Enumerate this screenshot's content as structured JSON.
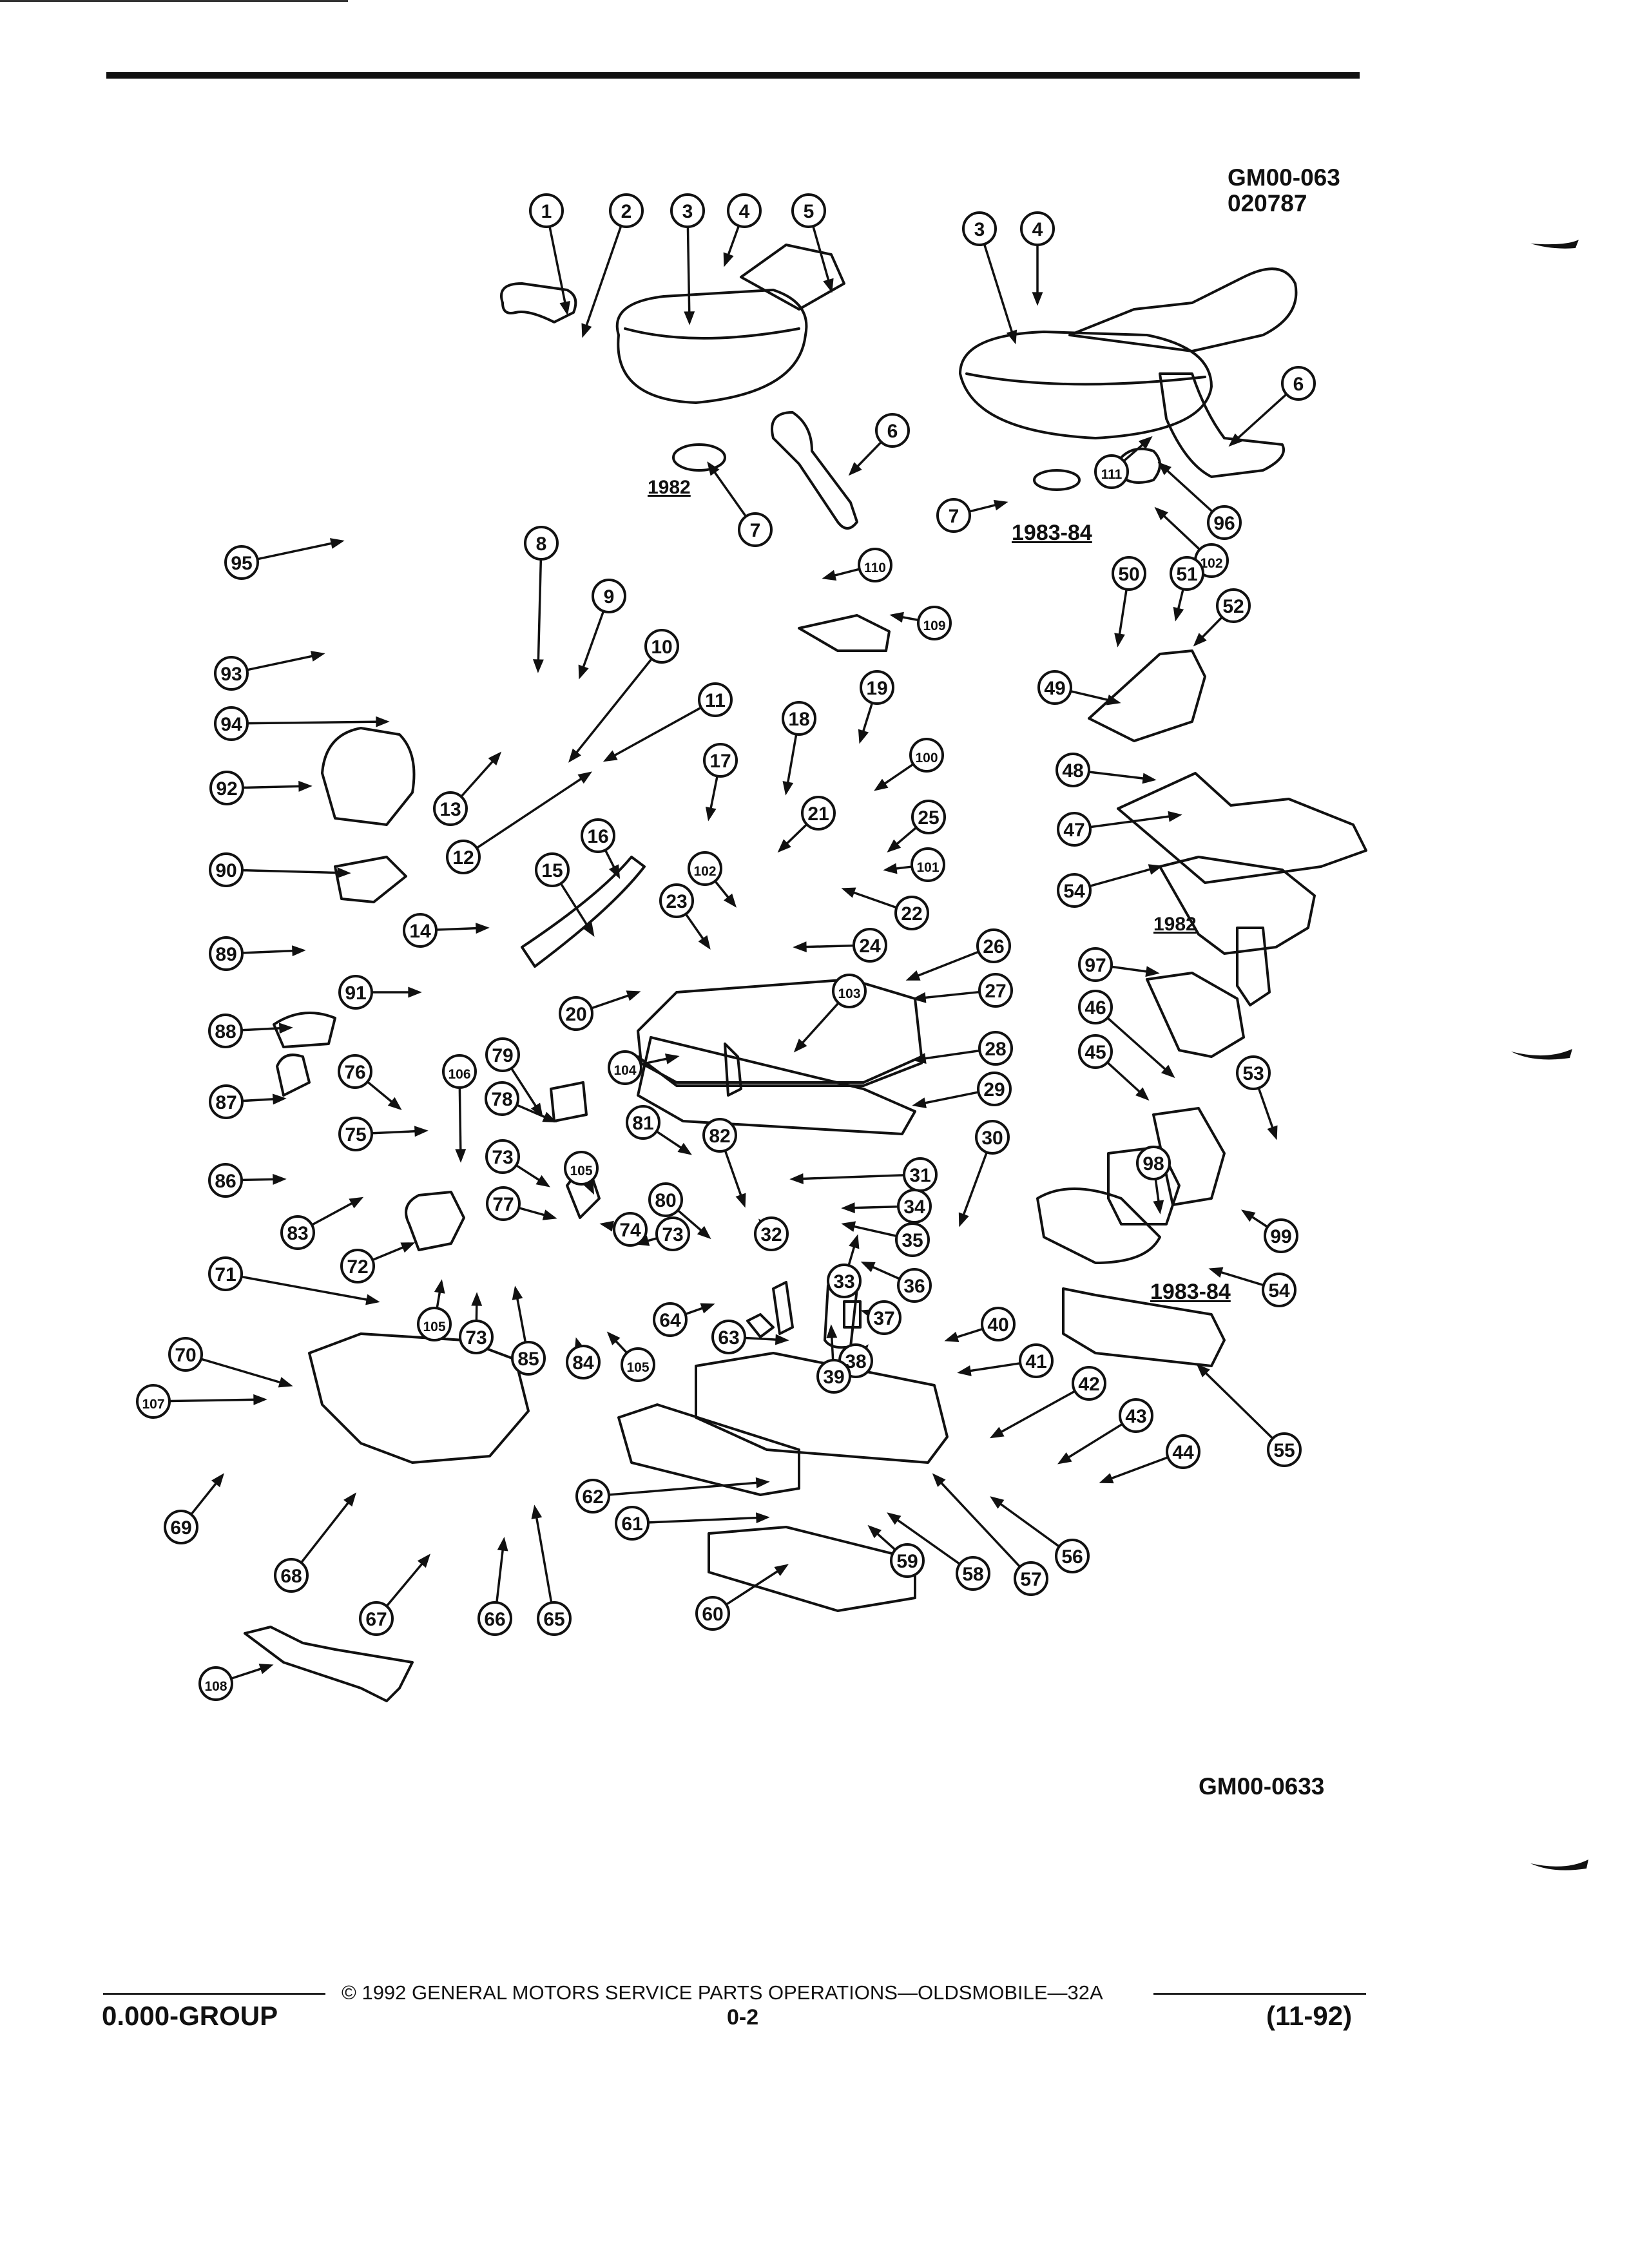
{
  "diagram": {
    "ref_code_top": "GM00-063",
    "date_code": "020787",
    "ref_code_bottom": "GM00-0633",
    "year_labels": {
      "y1982_left": "1982",
      "y1983_84_top": "1983-84",
      "y1982_right": "1982",
      "y1983_84_lower": "1983-84"
    },
    "callouts": [
      {
        "n": "1"
      },
      {
        "n": "2"
      },
      {
        "n": "3"
      },
      {
        "n": "4"
      },
      {
        "n": "5"
      },
      {
        "n": "3"
      },
      {
        "n": "4"
      },
      {
        "n": "6"
      },
      {
        "n": "6"
      },
      {
        "n": "7"
      },
      {
        "n": "7"
      },
      {
        "n": "111"
      },
      {
        "n": "96"
      },
      {
        "n": "102"
      },
      {
        "n": "95"
      },
      {
        "n": "8"
      },
      {
        "n": "9"
      },
      {
        "n": "110"
      },
      {
        "n": "109"
      },
      {
        "n": "50"
      },
      {
        "n": "51"
      },
      {
        "n": "52"
      },
      {
        "n": "93"
      },
      {
        "n": "94"
      },
      {
        "n": "10"
      },
      {
        "n": "11"
      },
      {
        "n": "19"
      },
      {
        "n": "18"
      },
      {
        "n": "49"
      },
      {
        "n": "17"
      },
      {
        "n": "100"
      },
      {
        "n": "92"
      },
      {
        "n": "13"
      },
      {
        "n": "48"
      },
      {
        "n": "12"
      },
      {
        "n": "16"
      },
      {
        "n": "21"
      },
      {
        "n": "25"
      },
      {
        "n": "47"
      },
      {
        "n": "90"
      },
      {
        "n": "15"
      },
      {
        "n": "102"
      },
      {
        "n": "101"
      },
      {
        "n": "54"
      },
      {
        "n": "23"
      },
      {
        "n": "22"
      },
      {
        "n": "14"
      },
      {
        "n": "24"
      },
      {
        "n": "89"
      },
      {
        "n": "26"
      },
      {
        "n": "97"
      },
      {
        "n": "91"
      },
      {
        "n": "103"
      },
      {
        "n": "27"
      },
      {
        "n": "20"
      },
      {
        "n": "46"
      },
      {
        "n": "88"
      },
      {
        "n": "28"
      },
      {
        "n": "104"
      },
      {
        "n": "79"
      },
      {
        "n": "45"
      },
      {
        "n": "106"
      },
      {
        "n": "76"
      },
      {
        "n": "29"
      },
      {
        "n": "53"
      },
      {
        "n": "87"
      },
      {
        "n": "78"
      },
      {
        "n": "81"
      },
      {
        "n": "75"
      },
      {
        "n": "82"
      },
      {
        "n": "30"
      },
      {
        "n": "105"
      },
      {
        "n": "73"
      },
      {
        "n": "31"
      },
      {
        "n": "98"
      },
      {
        "n": "86"
      },
      {
        "n": "80"
      },
      {
        "n": "34"
      },
      {
        "n": "77"
      },
      {
        "n": "32"
      },
      {
        "n": "83"
      },
      {
        "n": "74"
      },
      {
        "n": "35"
      },
      {
        "n": "99"
      },
      {
        "n": "73"
      },
      {
        "n": "72"
      },
      {
        "n": "33"
      },
      {
        "n": "36"
      },
      {
        "n": "71"
      },
      {
        "n": "54"
      },
      {
        "n": "105"
      },
      {
        "n": "73"
      },
      {
        "n": "64"
      },
      {
        "n": "37"
      },
      {
        "n": "85"
      },
      {
        "n": "84"
      },
      {
        "n": "105"
      },
      {
        "n": "63"
      },
      {
        "n": "40"
      },
      {
        "n": "70"
      },
      {
        "n": "38"
      },
      {
        "n": "39"
      },
      {
        "n": "41"
      },
      {
        "n": "55"
      },
      {
        "n": "107"
      },
      {
        "n": "42"
      },
      {
        "n": "43"
      },
      {
        "n": "44"
      },
      {
        "n": "69"
      },
      {
        "n": "62"
      },
      {
        "n": "61"
      },
      {
        "n": "56"
      },
      {
        "n": "59"
      },
      {
        "n": "58"
      },
      {
        "n": "57"
      },
      {
        "n": "68"
      },
      {
        "n": "67"
      },
      {
        "n": "66"
      },
      {
        "n": "65"
      },
      {
        "n": "60"
      },
      {
        "n": "108"
      }
    ]
  },
  "footer": {
    "copyright": "© 1992 GENERAL MOTORS SERVICE PARTS OPERATIONS—OLDSMOBILE—32A",
    "group": "0.000-GROUP",
    "page": "0-2",
    "revision": "(11-92)"
  }
}
